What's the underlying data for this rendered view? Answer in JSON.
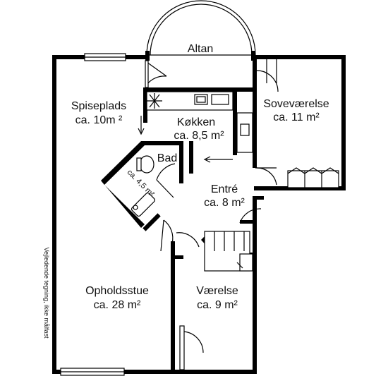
{
  "rooms": {
    "altan": {
      "name": "Altan"
    },
    "spiseplads": {
      "name": "Spiseplads",
      "area": "ca. 10m ²"
    },
    "koekken": {
      "name": "Køkken",
      "area": "ca. 8,5 m²"
    },
    "sovevaerelse": {
      "name": "Soveværelse",
      "area": "ca. 11 m²"
    },
    "bad": {
      "name": "Bad",
      "area": "ca. 4,5 m²"
    },
    "entre": {
      "name": "Entré",
      "area": "ca. 8 m²"
    },
    "opholdsstue": {
      "name": "Opholdsstue",
      "area": "ca. 28 m²"
    },
    "vaerelse": {
      "name": "Værelse",
      "area": "ca. 9 m²"
    }
  },
  "side_note": "Vejledende tegning, ikke målfast"
}
